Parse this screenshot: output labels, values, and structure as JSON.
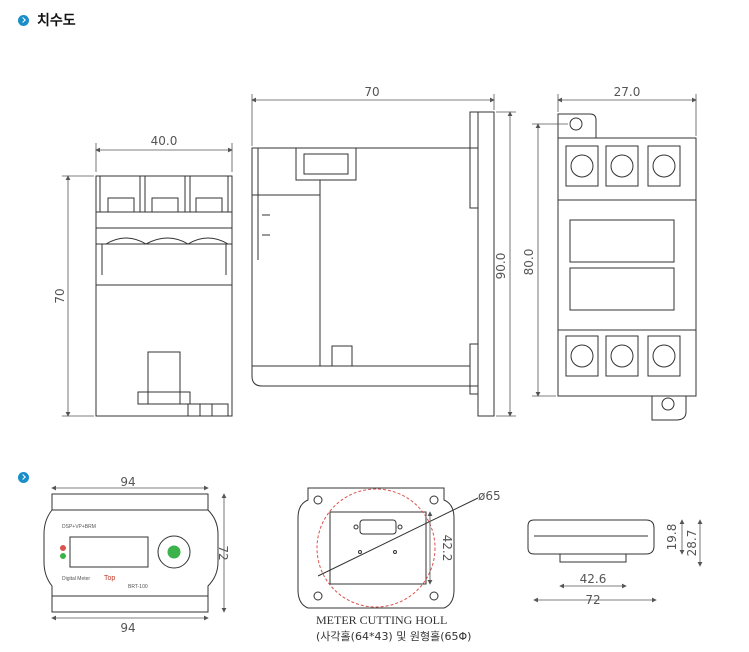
{
  "section": {
    "title": "치수도"
  },
  "top_view": {
    "front": {
      "width": "40.0",
      "height": "70"
    },
    "side": {
      "width": "70",
      "height": "90.0"
    },
    "rear": {
      "width": "27.0",
      "height": "80.0"
    }
  },
  "bottom_view": {
    "front": {
      "width_top": "94",
      "width_bottom": "94",
      "height": "72",
      "panel_text": "DSP+VP+BRM",
      "brand": "Top",
      "footer_left": "Digital Meter",
      "footer_right": "BRT-100"
    },
    "cutout": {
      "diameter": "ø65",
      "height": "42.2",
      "caption_line1": "METER CUTTING HOLL",
      "caption_line2": "(사각홀(64*43) 및 원형홀(65Φ)"
    },
    "side": {
      "depth_inner": "42.6",
      "depth_total": "72",
      "h1": "19.8",
      "h2": "28.7"
    }
  },
  "colors": {
    "accent": "#1b8ec9",
    "line": "#333333",
    "dim": "#666666",
    "cut_circle": "#d9534f",
    "led": "#3bb34a"
  }
}
